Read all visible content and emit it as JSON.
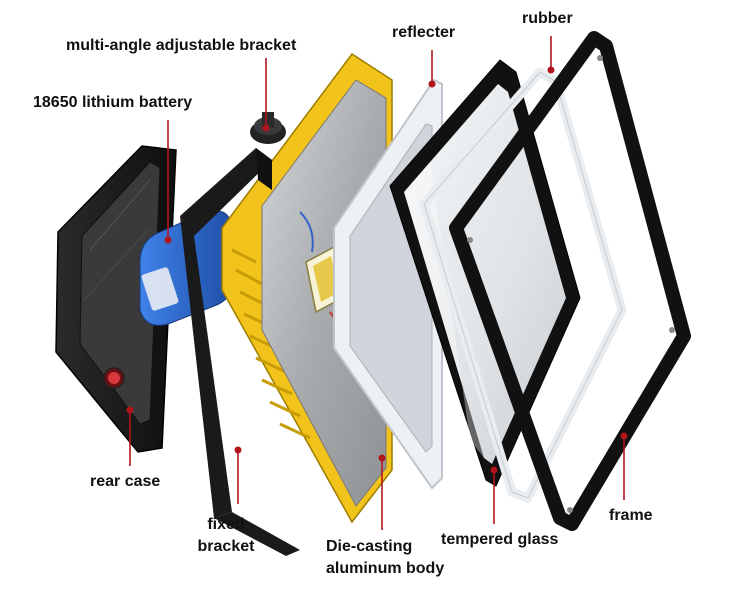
{
  "labels": {
    "bracket": "multi-angle adjustable bracket",
    "battery": "18650 lithium battery",
    "reflector": "reflecter",
    "rubber": "rubber",
    "rear_case": "rear case",
    "fixed_bracket_line1": "fixed",
    "fixed_bracket_line2": "bracket",
    "body_line1": "Die-casting",
    "body_line2": "aluminum body",
    "glass": "tempered glass",
    "frame": "frame"
  },
  "colors": {
    "callout": "#b0151d",
    "body_yellow": "#f2c31a",
    "black_part": "#1a1a1a",
    "battery_blue": "#2d6bd4",
    "aluminum": "#b7b9bb"
  }
}
